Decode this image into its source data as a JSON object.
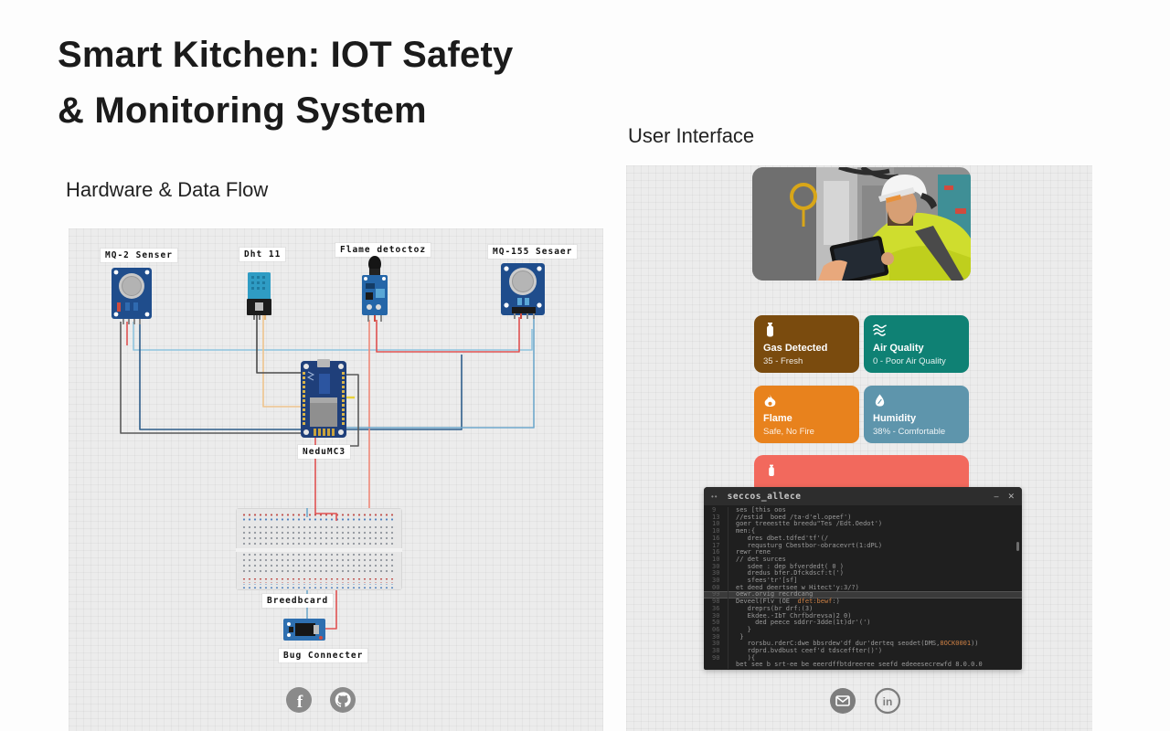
{
  "page": {
    "title_line1": "Smart Kitchen: IOT Safety",
    "title_line2": "& Monitoring System"
  },
  "hardware": {
    "heading": "Hardware & Data Flow",
    "labels": {
      "mq2": "MQ-2 Senser",
      "dht": "Dht 11",
      "flame": "Flame detoctoz",
      "mq135": "MQ-155 Sesaer",
      "mcu": "NeduMC3",
      "breadboard": "Breedbcard",
      "buzzer": "Bug Connecter"
    },
    "social": {
      "facebook_glyph": "f"
    }
  },
  "ui_panel": {
    "heading": "User Interface",
    "cards": [
      {
        "title": "Gas Detected",
        "value": "35 - Fresh",
        "color": "#7a4b0e",
        "icon": "gas-cylinder-icon"
      },
      {
        "title": "Air Quality",
        "value": "0 - Poor Air Quality",
        "color": "#0f8174",
        "icon": "air-flow-icon"
      },
      {
        "title": "Flame",
        "value": "Safe, No Fire",
        "color": "#e8821d",
        "icon": "flame-icon"
      },
      {
        "title": "Humidity",
        "value": "38% - Comfortable",
        "color": "#5e95ac",
        "icon": "water-drop-icon"
      }
    ],
    "alert_bar": {
      "color": "#f2695d",
      "icon": "gas-cylinder-icon"
    },
    "editor": {
      "titlebar_dots": "••",
      "title": "seccos_allece",
      "minimize_glyph": "–",
      "close_glyph": "✕",
      "lines": [
        {
          "n": "9",
          "t": "ses [this oos"
        },
        {
          "n": "13",
          "t": "//estid  boed /ta-d'el.opeef')"
        },
        {
          "n": "10",
          "t": "goer treeestte breedu\"Tes /Edt.Oedot')"
        },
        {
          "n": "10",
          "t": "men:{"
        },
        {
          "n": "16",
          "t": "   dres dbet.tdfed'tf'(/"
        },
        {
          "n": "17",
          "t": "   requsturg Cbestbor-obracevrt(1:dPL)"
        },
        {
          "n": "16",
          "t": "rewr rene"
        },
        {
          "n": "10",
          "t": "// det surces"
        },
        {
          "n": "30",
          "t": "   sdee : dep bfverdedt( 0 )"
        },
        {
          "n": "30",
          "t": "   dredus bfer.Dfckdscf:t(')"
        },
        {
          "n": "30",
          "t": "   sfees'tr'[sf]"
        },
        {
          "n": "00",
          "t": "et deed deertsee w Hitect'y:3/?)"
        },
        {
          "n": "99",
          "h": true,
          "t": "oewr.orvig recrdcang"
        },
        {
          "n": "98",
          "t": "Deveel(Flv (OE  ",
          "a": "dfet:bewf",
          "p": ":)"
        },
        {
          "n": "36",
          "t": "   dreprs(br drf:(3)"
        },
        {
          "n": "30",
          "t": "   Ekdee.-IbT Chrfbdrevsa)2 0)"
        },
        {
          "n": "50",
          "t": "     ded peece sddrr-3dde(1t)dr'(')"
        },
        {
          "n": "06",
          "t": "   }"
        },
        {
          "n": "30",
          "t": " }"
        },
        {
          "n": "30",
          "t": "   rorsbu.rderC:dwe bbsrdew'df dur'derteq seodet(DMS,",
          "a": "8OCK0001",
          "p": "))"
        },
        {
          "n": "38",
          "t": "   rdprd.bvdbust ceef'd tdsceffter()')"
        },
        {
          "n": "90",
          "t": "   ){"
        },
        {
          "n": "",
          "t": "bet see b srt-ee be eeerdffbtdreeree seefd edeeesecrewfd 8.0.0.0"
        }
      ]
    },
    "contact": {
      "linkedin_glyph": "in"
    }
  }
}
